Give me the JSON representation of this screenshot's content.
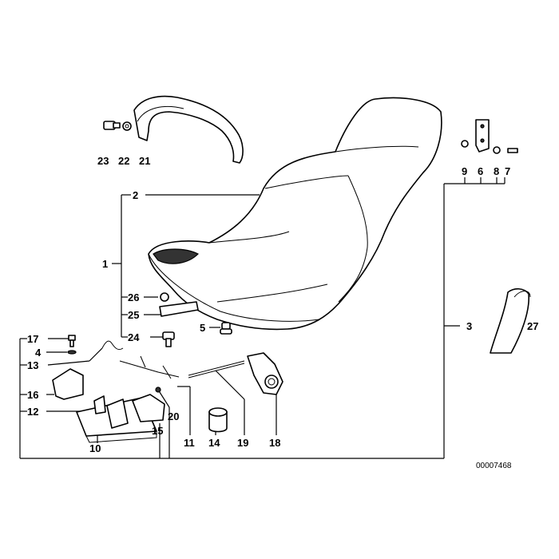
{
  "diagram": {
    "reference_number": "00007468",
    "callouts": [
      {
        "id": "c1",
        "text": "1"
      },
      {
        "id": "c2",
        "text": "2"
      },
      {
        "id": "c3",
        "text": "3"
      },
      {
        "id": "c4",
        "text": "4"
      },
      {
        "id": "c5",
        "text": "5"
      },
      {
        "id": "c6",
        "text": "6"
      },
      {
        "id": "c7",
        "text": "7"
      },
      {
        "id": "c8",
        "text": "8"
      },
      {
        "id": "c9",
        "text": "9"
      },
      {
        "id": "c10",
        "text": "10"
      },
      {
        "id": "c11",
        "text": "11"
      },
      {
        "id": "c12",
        "text": "12"
      },
      {
        "id": "c13",
        "text": "13"
      },
      {
        "id": "c14",
        "text": "14"
      },
      {
        "id": "c15",
        "text": "15"
      },
      {
        "id": "c16",
        "text": "16"
      },
      {
        "id": "c17",
        "text": "17"
      },
      {
        "id": "c18",
        "text": "18"
      },
      {
        "id": "c19",
        "text": "19"
      },
      {
        "id": "c20",
        "text": "20"
      },
      {
        "id": "c21",
        "text": "21"
      },
      {
        "id": "c22",
        "text": "22"
      },
      {
        "id": "c23",
        "text": "23"
      },
      {
        "id": "c24",
        "text": "24"
      },
      {
        "id": "c25",
        "text": "25"
      },
      {
        "id": "c26",
        "text": "26"
      },
      {
        "id": "c27",
        "text": "27"
      }
    ]
  }
}
